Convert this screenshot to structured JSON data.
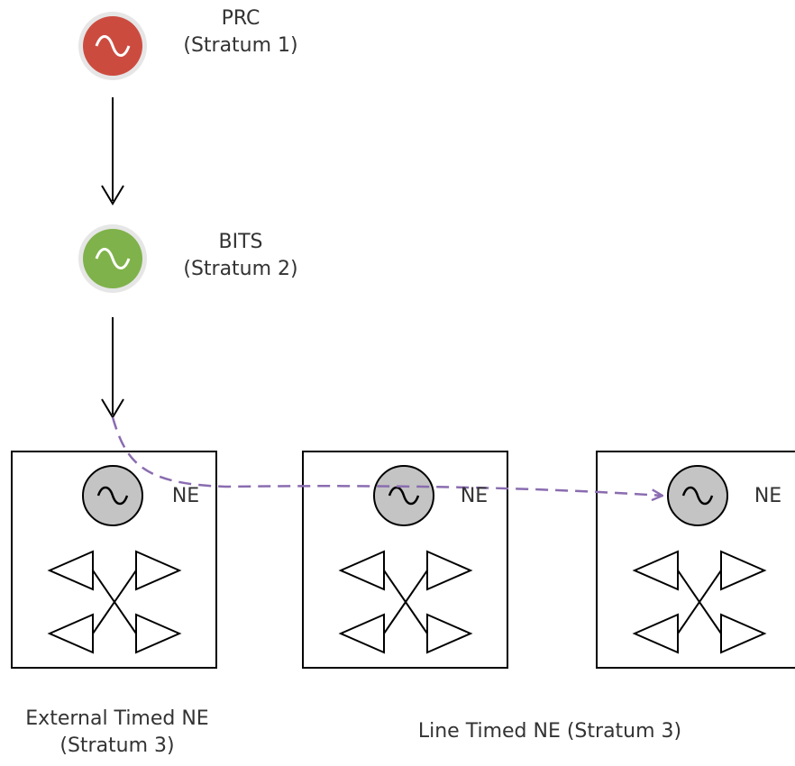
{
  "sources": [
    {
      "id": "prc",
      "name": "PRC",
      "stratum": "(Stratum 1)",
      "color": "#cc4b3f"
    },
    {
      "id": "bits",
      "name": "BITS",
      "stratum": "(Stratum 2)",
      "color": "#7fb24a"
    }
  ],
  "ne_label": "NE",
  "ne_clock_color": "#c4c4c4",
  "timing_path_color": "#8a6cb0",
  "captions": {
    "external_line1": "External Timed NE",
    "external_line2": "(Stratum 3)",
    "line_timed": "Line Timed NE (Stratum 3)"
  }
}
